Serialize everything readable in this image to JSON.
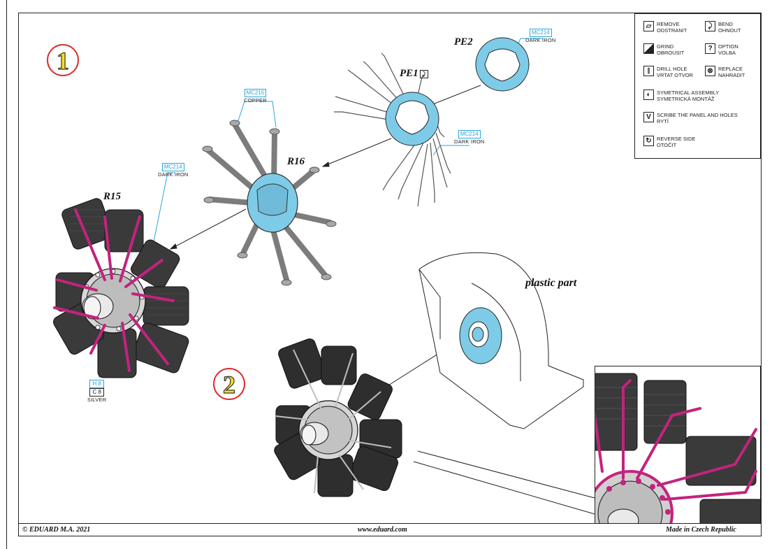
{
  "steps": {
    "step1": "1",
    "step2": "2"
  },
  "parts": {
    "pe1": "PE1",
    "pe2": "PE2",
    "r15": "R15",
    "r16": "R16",
    "plastic": "plastic part"
  },
  "paints": {
    "mc214_a": {
      "code": "MC214",
      "name": "DARK IRON"
    },
    "mc214_b": {
      "code": "MC214",
      "name": "DARK IRON"
    },
    "mc214_c": {
      "code": "MC214",
      "name": "DARK IRON"
    },
    "mc215": {
      "code": "MC215",
      "name": "COPPER"
    },
    "silver": {
      "h": "H 8",
      "c": "C 8",
      "name": "SILVER"
    }
  },
  "legend": {
    "remove": "REMOVE\nODSTRANIT",
    "bend": "BEND\nOHNOUT",
    "grind": "GRIND\nOBROUSIT",
    "option": "OPTION\nVOLBA",
    "drill": "DRILL HOLE\nVRTAT OTVOR",
    "replace": "REPLACE\nNAHRADIT",
    "symmetrical": "SYMETRICAL ASSEMBLY\nSYMETRICKÁ MONTÁŽ",
    "scribe": "SCRIBE THE PANEL AND HOLES\nRYTÍ",
    "reverse": "REVERSE SIDE\nOTOČIT"
  },
  "footer": {
    "copyright": "© EDUARD  M.A. 2021",
    "website": "www.eduard.com",
    "made_in": "Made in Czech Republic"
  },
  "colors": {
    "photoetch": "#7ecbe8",
    "step_ring": "#d9302a",
    "step_fill": "#f6e11b",
    "pushrod": "#c2237e",
    "callout": "#2aa6d8"
  }
}
